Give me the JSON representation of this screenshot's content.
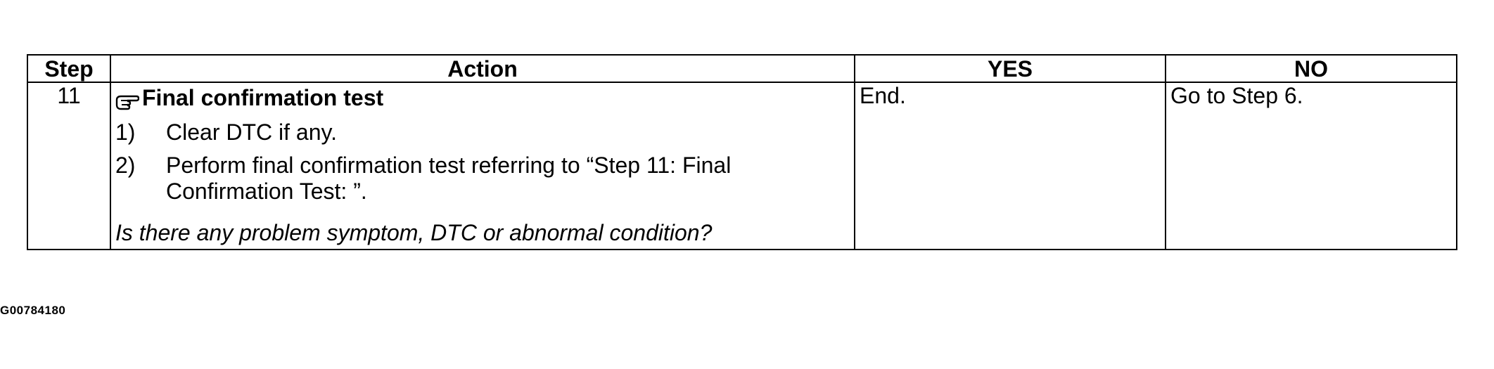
{
  "table": {
    "headers": {
      "step": "Step",
      "action": "Action",
      "yes": "YES",
      "no": "NO"
    },
    "row": {
      "step": "11",
      "action_title": "Final confirmation test",
      "action_icon": "pointing-hand-icon",
      "sub_steps": [
        {
          "num": "1)",
          "text": "Clear DTC if any."
        },
        {
          "num": "2)",
          "text": "Perform final confirmation test referring to “Step 11: Final Confirmation Test: ”."
        }
      ],
      "question": "Is there any problem symptom, DTC or abnormal condition?",
      "yes": "End.",
      "no": "Go to Step 6."
    }
  },
  "figure_id": "G00784180"
}
